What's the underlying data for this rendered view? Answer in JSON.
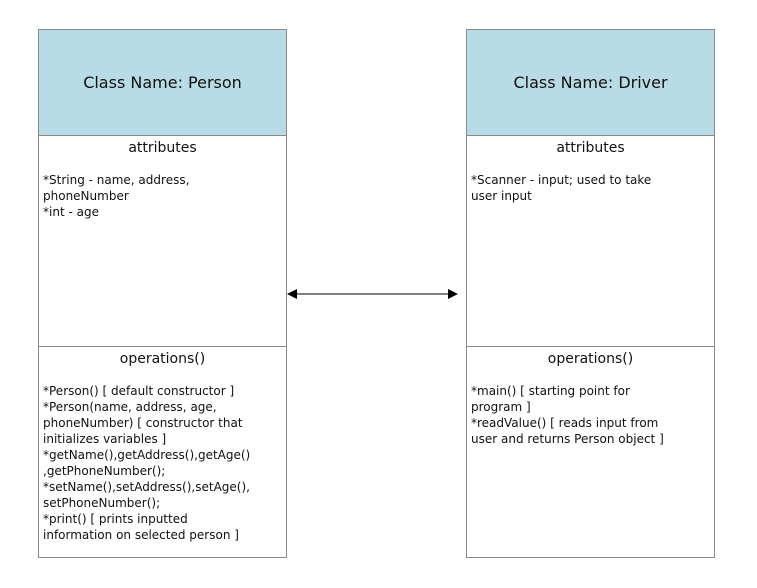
{
  "person": {
    "title": "Class Name: Person",
    "attributes_title": "attributes",
    "attributes_body": "*String - name, address,\nphoneNumber\n*int - age",
    "operations_title": "operations()",
    "operations_body": "*Person() [ default constructor ]\n*Person(name, address, age,\nphoneNumber) [ constructor that\ninitializes variables ]\n*getName(),getAddress(),getAge()\n,getPhoneNumber();\n*setName(),setAddress(),setAge(),\nsetPhoneNumber();\n*print() [ prints inputted\ninformation on selected person ]"
  },
  "driver": {
    "title": "Class Name: Driver",
    "attributes_title": "attributes",
    "attributes_body": "*Scanner - input; used to take\nuser input",
    "operations_title": "operations()",
    "operations_body": "*main() [ starting point for\nprogram ]\n*readValue() [ reads input from\nuser and returns Person object ]"
  },
  "colors": {
    "header_fill": "#b7dce6",
    "border": "#8a8a8a",
    "arrow": "#000000"
  }
}
